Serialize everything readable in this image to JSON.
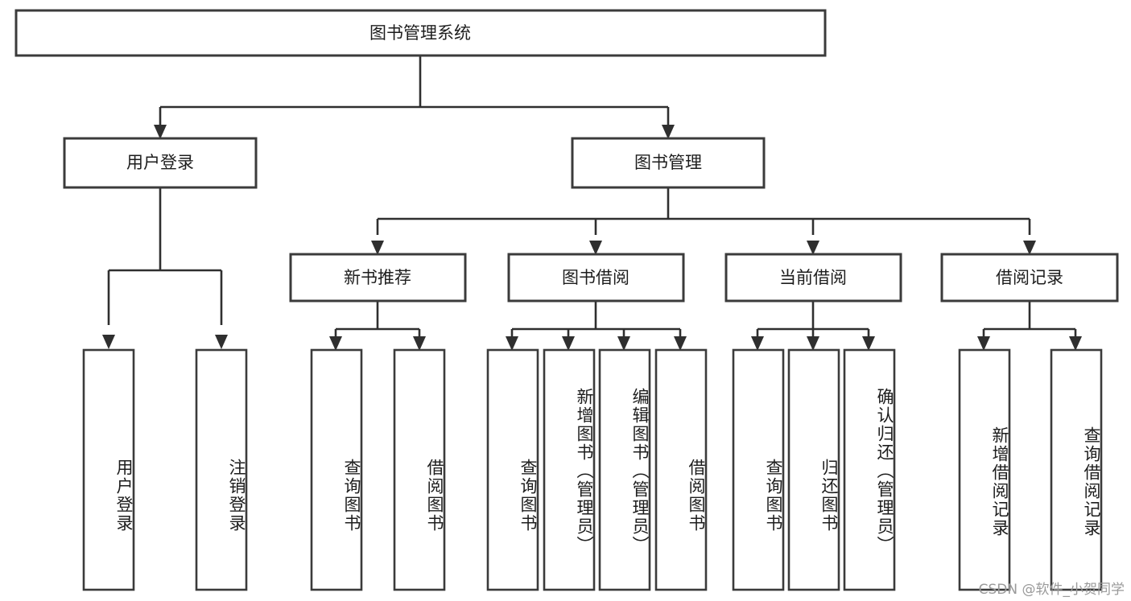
{
  "diagram": {
    "type": "tree",
    "orientation": "top-down",
    "title": "图书管理系统",
    "colors": {
      "box_stroke": "#3b3b3b",
      "box_fill": "#ffffff",
      "connector": "#2f2f2f",
      "label_text": "#1d1d1d",
      "watermark_text": "#9a9a9a",
      "background": "#ffffff"
    },
    "root": {
      "label": "图书管理系统"
    },
    "level2": [
      {
        "label": "用户登录"
      },
      {
        "label": "图书管理"
      }
    ],
    "level3": [
      {
        "label": "新书推荐"
      },
      {
        "label": "图书借阅"
      },
      {
        "label": "当前借阅"
      },
      {
        "label": "借阅记录"
      }
    ],
    "leaves": {
      "user_login": [
        {
          "label": "用户登录"
        },
        {
          "label": "注销登录"
        }
      ],
      "new_book_recommend": [
        {
          "label": "查询图书"
        },
        {
          "label": "借阅图书"
        }
      ],
      "book_borrow": [
        {
          "label": "查询图书"
        },
        {
          "label": "新增图书（管理员）"
        },
        {
          "label": "编辑图书（管理员）"
        },
        {
          "label": "借阅图书"
        }
      ],
      "current_borrow": [
        {
          "label": "查询图书"
        },
        {
          "label": "归还图书"
        },
        {
          "label": "确认归还（管理员）"
        }
      ],
      "borrow_record": [
        {
          "label": "新增借阅记录"
        },
        {
          "label": "查询借阅记录"
        }
      ]
    }
  },
  "watermark": {
    "text": "CSDN @软件_小贺同学"
  }
}
